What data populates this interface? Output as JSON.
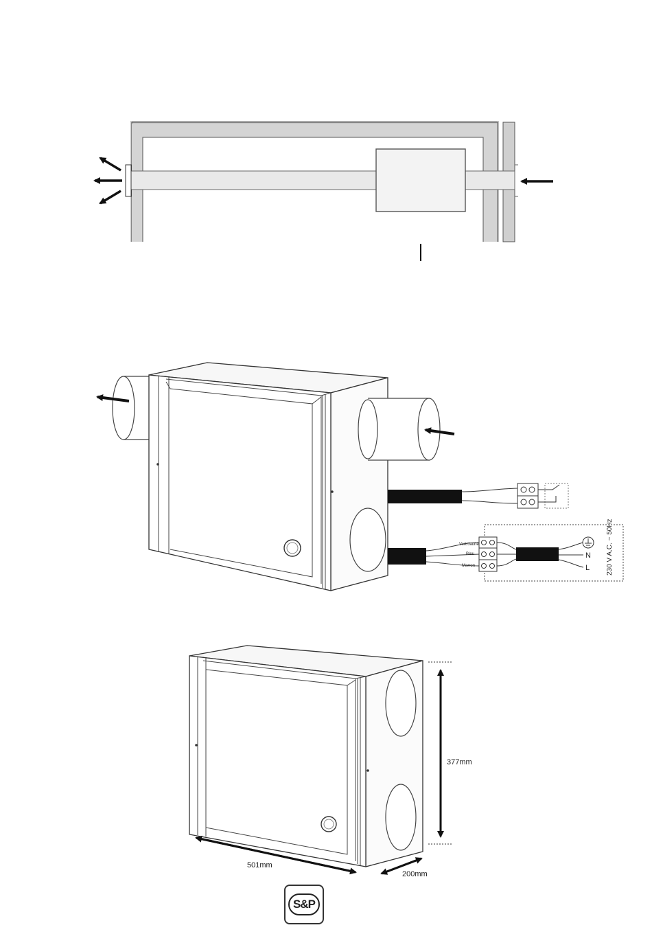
{
  "installation_diagram": {},
  "wiring_diagram": {
    "wire_labels": [
      "Vert/Jaune",
      "Bleu",
      "Marron"
    ],
    "neutral_label": "N",
    "live_label": "L",
    "supply_label": "230 V A.C. ~ 50Hz"
  },
  "dimensions_diagram": {
    "height_label": "377mm",
    "width_label": "501mm",
    "depth_label": "200mm"
  },
  "logo": {
    "text": "S&P"
  },
  "colors": {
    "wall_gray": "#c4c4c4",
    "line": "#222222",
    "cable": "#111111"
  }
}
